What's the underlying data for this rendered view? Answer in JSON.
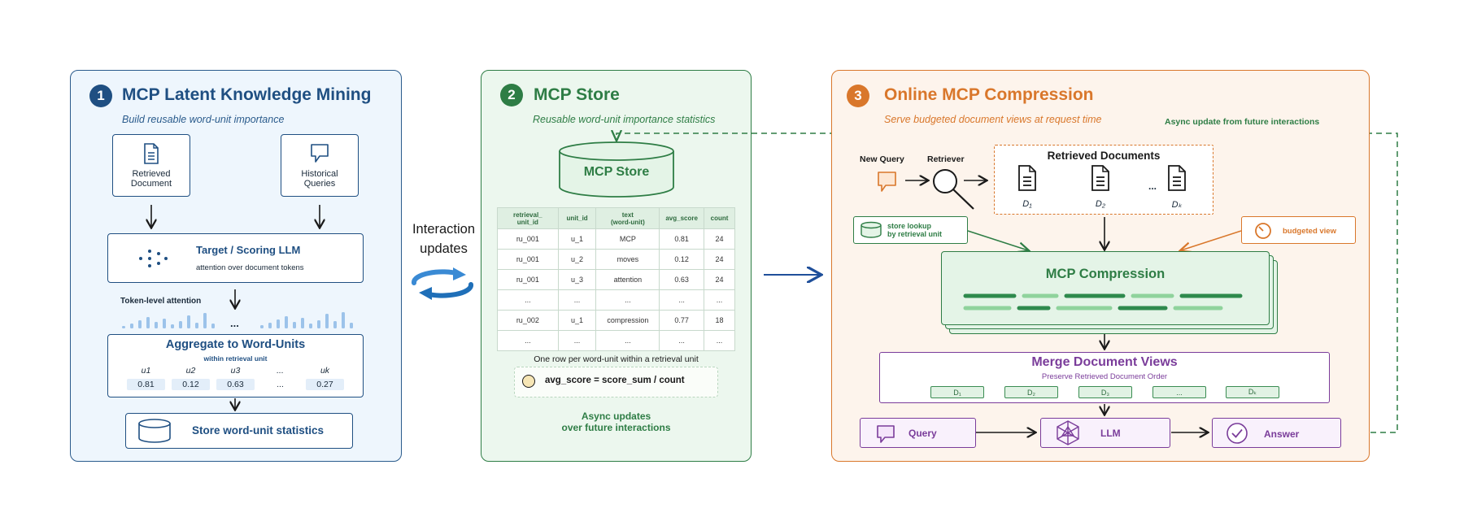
{
  "colors": {
    "blue": "#1f4f82",
    "green": "#2e7d45",
    "orange": "#d9772b",
    "purple": "#7a3c9a"
  },
  "panel1": {
    "number": "1",
    "title": "MCP Latent Knowledge Mining",
    "subtitle": "Build reusable word-unit importance",
    "doc_label": [
      "Retrieved",
      "Document"
    ],
    "hist_label": [
      "Historical",
      "Queries"
    ],
    "llm_title": "Target / Scoring LLM",
    "llm_sub": "attention over document tokens",
    "token_label": "Token-level attention",
    "ellipsis": "...",
    "agg_title": "Aggregate to Word-Units",
    "agg_sub": "within retrieval unit",
    "units": [
      "u1",
      "u2",
      "u3",
      "...",
      "uk"
    ],
    "values": [
      "0.81",
      "0.12",
      "0.63",
      "...",
      "0.27"
    ],
    "store_label": "Store word-unit statistics"
  },
  "middle": {
    "line1": "Interaction",
    "line2": "updates"
  },
  "panel2": {
    "number": "2",
    "title": "MCP Store",
    "subtitle": "Reusable word-unit importance statistics",
    "cylinder_label": "MCP Store",
    "headers": [
      [
        "retrieval_",
        "unit_id"
      ],
      [
        "unit_id"
      ],
      [
        "text",
        "(word-unit)"
      ],
      [
        "avg_score"
      ],
      [
        "count"
      ]
    ],
    "rows": [
      [
        "ru_001",
        "u_1",
        "MCP",
        "0.81",
        "24"
      ],
      [
        "ru_001",
        "u_2",
        "moves",
        "0.12",
        "24"
      ],
      [
        "ru_001",
        "u_3",
        "attention",
        "0.63",
        "24"
      ],
      [
        "...",
        "...",
        "...",
        "...",
        "..."
      ],
      [
        "ru_002",
        "u_1",
        "compression",
        "0.77",
        "18"
      ],
      [
        "...",
        "...",
        "...",
        "...",
        "..."
      ]
    ],
    "row_note": "One row per word-unit within a retrieval unit",
    "formula": "avg_score = score_sum / count",
    "async_line1": "Async updates",
    "async_line2": "over future interactions"
  },
  "panel3": {
    "number": "3",
    "title": "Online MCP Compression",
    "subtitle": "Serve budgeted document views at request time",
    "async_label": "Async update from future interactions",
    "new_query": "New Query",
    "retriever": "Retriever",
    "retrieved_docs": "Retrieved Documents",
    "doc_names": [
      "D₁",
      "D₂",
      "...",
      "Dₖ"
    ],
    "store_lookup": [
      "store lookup",
      "by retrieval unit"
    ],
    "budgeted": "budgeted view",
    "compression": "MCP Compression",
    "merge_title": "Merge Document Views",
    "merge_sub": "Preserve Retrieved Document Order",
    "chips": [
      "D₁",
      "D₂",
      "D₃",
      "...",
      "Dₖ"
    ],
    "query": "Query",
    "llm": "LLM",
    "answer": "Answer"
  }
}
